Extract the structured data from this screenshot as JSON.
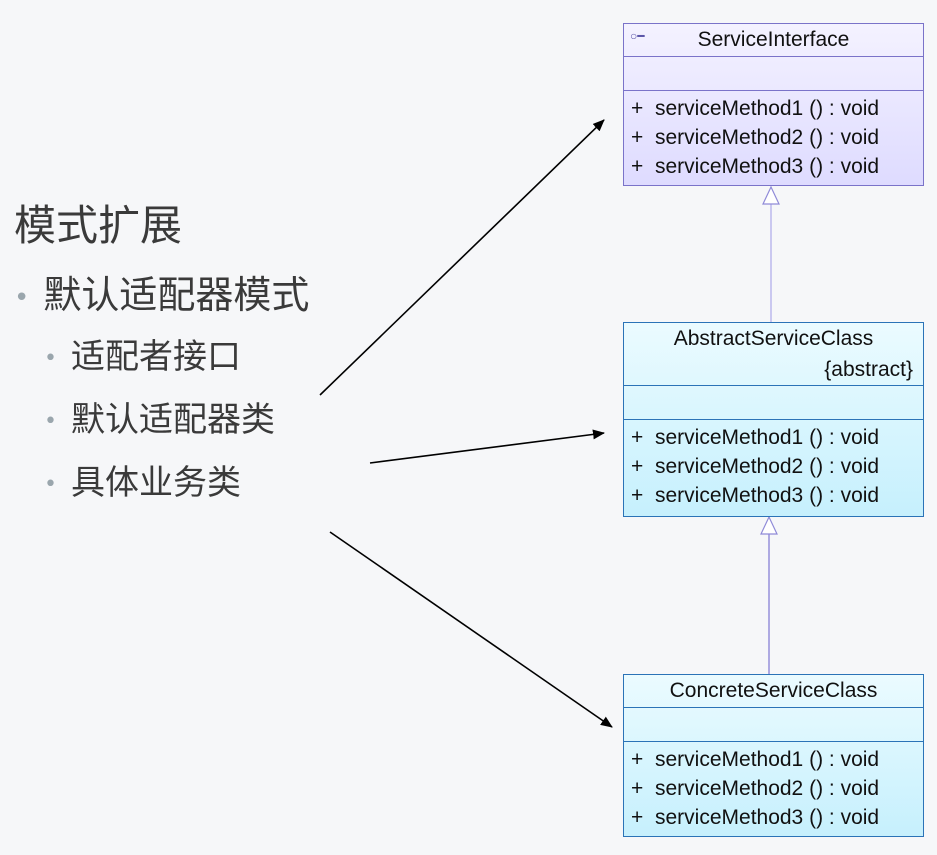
{
  "slide": {
    "title": "模式扩展",
    "bullet_main": "默认适配器模式",
    "sub_bullets": [
      "适配者接口",
      "默认适配器类",
      "具体业务类"
    ],
    "bullet_glyph": "•"
  },
  "classes": {
    "service_interface": {
      "name": "ServiceInterface",
      "icon": "interface-icon",
      "operations": [
        {
          "visibility": "+",
          "signature": "serviceMethod1 () : void"
        },
        {
          "visibility": "+",
          "signature": "serviceMethod2 () : void"
        },
        {
          "visibility": "+",
          "signature": "serviceMethod3 () : void"
        }
      ]
    },
    "abstract_service_class": {
      "name": "AbstractServiceClass",
      "stereotype": "{abstract}",
      "operations": [
        {
          "visibility": "+",
          "signature": "serviceMethod1 () : void"
        },
        {
          "visibility": "+",
          "signature": "serviceMethod2 () : void"
        },
        {
          "visibility": "+",
          "signature": "serviceMethod3 () : void"
        }
      ]
    },
    "concrete_service_class": {
      "name": "ConcreteServiceClass",
      "operations": [
        {
          "visibility": "+",
          "signature": "serviceMethod1 () : void"
        },
        {
          "visibility": "+",
          "signature": "serviceMethod2 () : void"
        },
        {
          "visibility": "+",
          "signature": "serviceMethod3 () : void"
        }
      ]
    }
  },
  "relations": [
    {
      "from": "abstract_service_class",
      "to": "service_interface",
      "kind": "realization"
    },
    {
      "from": "concrete_service_class",
      "to": "abstract_service_class",
      "kind": "generalization"
    }
  ],
  "pointers": [
    {
      "from": "适配者接口",
      "to": "service_interface"
    },
    {
      "from": "默认适配器类",
      "to": "abstract_service_class"
    },
    {
      "from": "具体业务类",
      "to": "concrete_service_class"
    }
  ],
  "colors": {
    "interface_border": "#7a73c9",
    "class_border": "#2b73b7",
    "interface_fill": "#dedbff",
    "class_fill": "#c6f0fd",
    "pointer_arrow": "#000000",
    "inheritance_line": "#9a96e0"
  }
}
